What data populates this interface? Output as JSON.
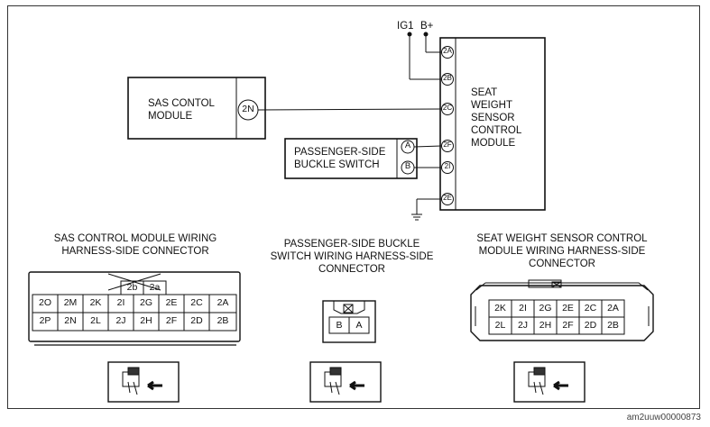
{
  "schematic": {
    "supply_ig1": "IG1",
    "supply_bplus": "B+",
    "sas_module": "SAS CONTOL\nMODULE",
    "sas_pin": "2N",
    "buckle_switch": "PASSENGER-SIDE\nBUCKLE SWITCH",
    "buckle_pins": [
      "A",
      "B"
    ],
    "sws_module": "SEAT\nWEIGHT\nSENSOR\nCONTROL\nMODULE",
    "sws_pins": [
      "2A",
      "2B",
      "2C",
      "2F",
      "2I",
      "2E"
    ]
  },
  "connectors": {
    "sas_title": "SAS CONTROL MODULE WIRING\nHARNESS-SIDE CONNECTOR",
    "sas_top_row": [
      "2b",
      "2a"
    ],
    "sas_row1": [
      "2O",
      "2M",
      "2K",
      "2I",
      "2G",
      "2E",
      "2C",
      "2A"
    ],
    "sas_row2": [
      "2P",
      "2N",
      "2L",
      "2J",
      "2H",
      "2F",
      "2D",
      "2B"
    ],
    "buckle_title": "PASSENGER-SIDE BUCKLE\nSWITCH WIRING HARNESS-SIDE\nCONNECTOR",
    "buckle_row": [
      "B",
      "A"
    ],
    "sws_title": "SEAT WEIGHT SENSOR  CONTROL\nMODULE WIRING HARNESS-SIDE\nCONNECTOR",
    "sws_row1": [
      "2K",
      "2I",
      "2G",
      "2E",
      "2C",
      "2A"
    ],
    "sws_row2": [
      "2L",
      "2J",
      "2H",
      "2F",
      "2D",
      "2B"
    ]
  },
  "figure_code": "am2uuw00000873"
}
